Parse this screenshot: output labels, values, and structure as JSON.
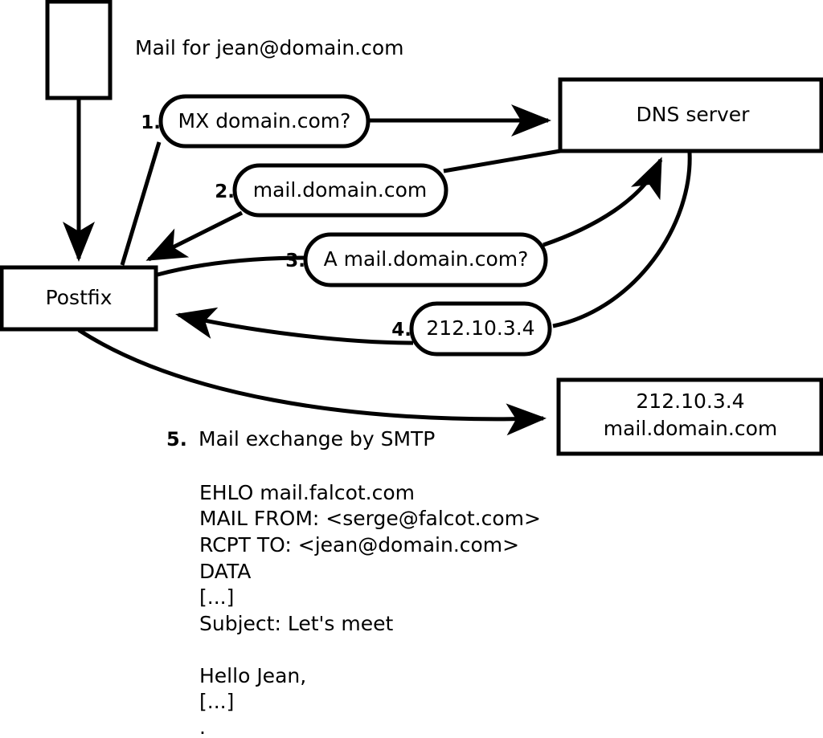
{
  "diagram": {
    "title_caption": "Mail for jean@domain.com",
    "nodes": {
      "client_box": {
        "label": ""
      },
      "postfix": {
        "label": "Postfix"
      },
      "dns_server": {
        "label": "DNS server"
      },
      "destination": {
        "line1": "212.10.3.4",
        "line2": "mail.domain.com"
      }
    },
    "steps": [
      {
        "num": "1.",
        "label": "MX domain.com?"
      },
      {
        "num": "2.",
        "label": "mail.domain.com"
      },
      {
        "num": "3.",
        "label": "A mail.domain.com?"
      },
      {
        "num": "4.",
        "label": "212.10.3.4"
      }
    ],
    "step5": {
      "num": "5.",
      "label": "Mail exchange by SMTP"
    },
    "smtp_transcript": [
      "EHLO mail.falcot.com",
      "MAIL FROM: <serge@falcot.com>",
      "RCPT TO: <jean@domain.com>",
      "DATA",
      "[...]",
      "Subject: Let's meet",
      "",
      "Hello Jean,",
      "[...]",
      "."
    ],
    "colors": {
      "stroke": "#000000",
      "fill": "#ffffff",
      "text": "#000000"
    }
  }
}
